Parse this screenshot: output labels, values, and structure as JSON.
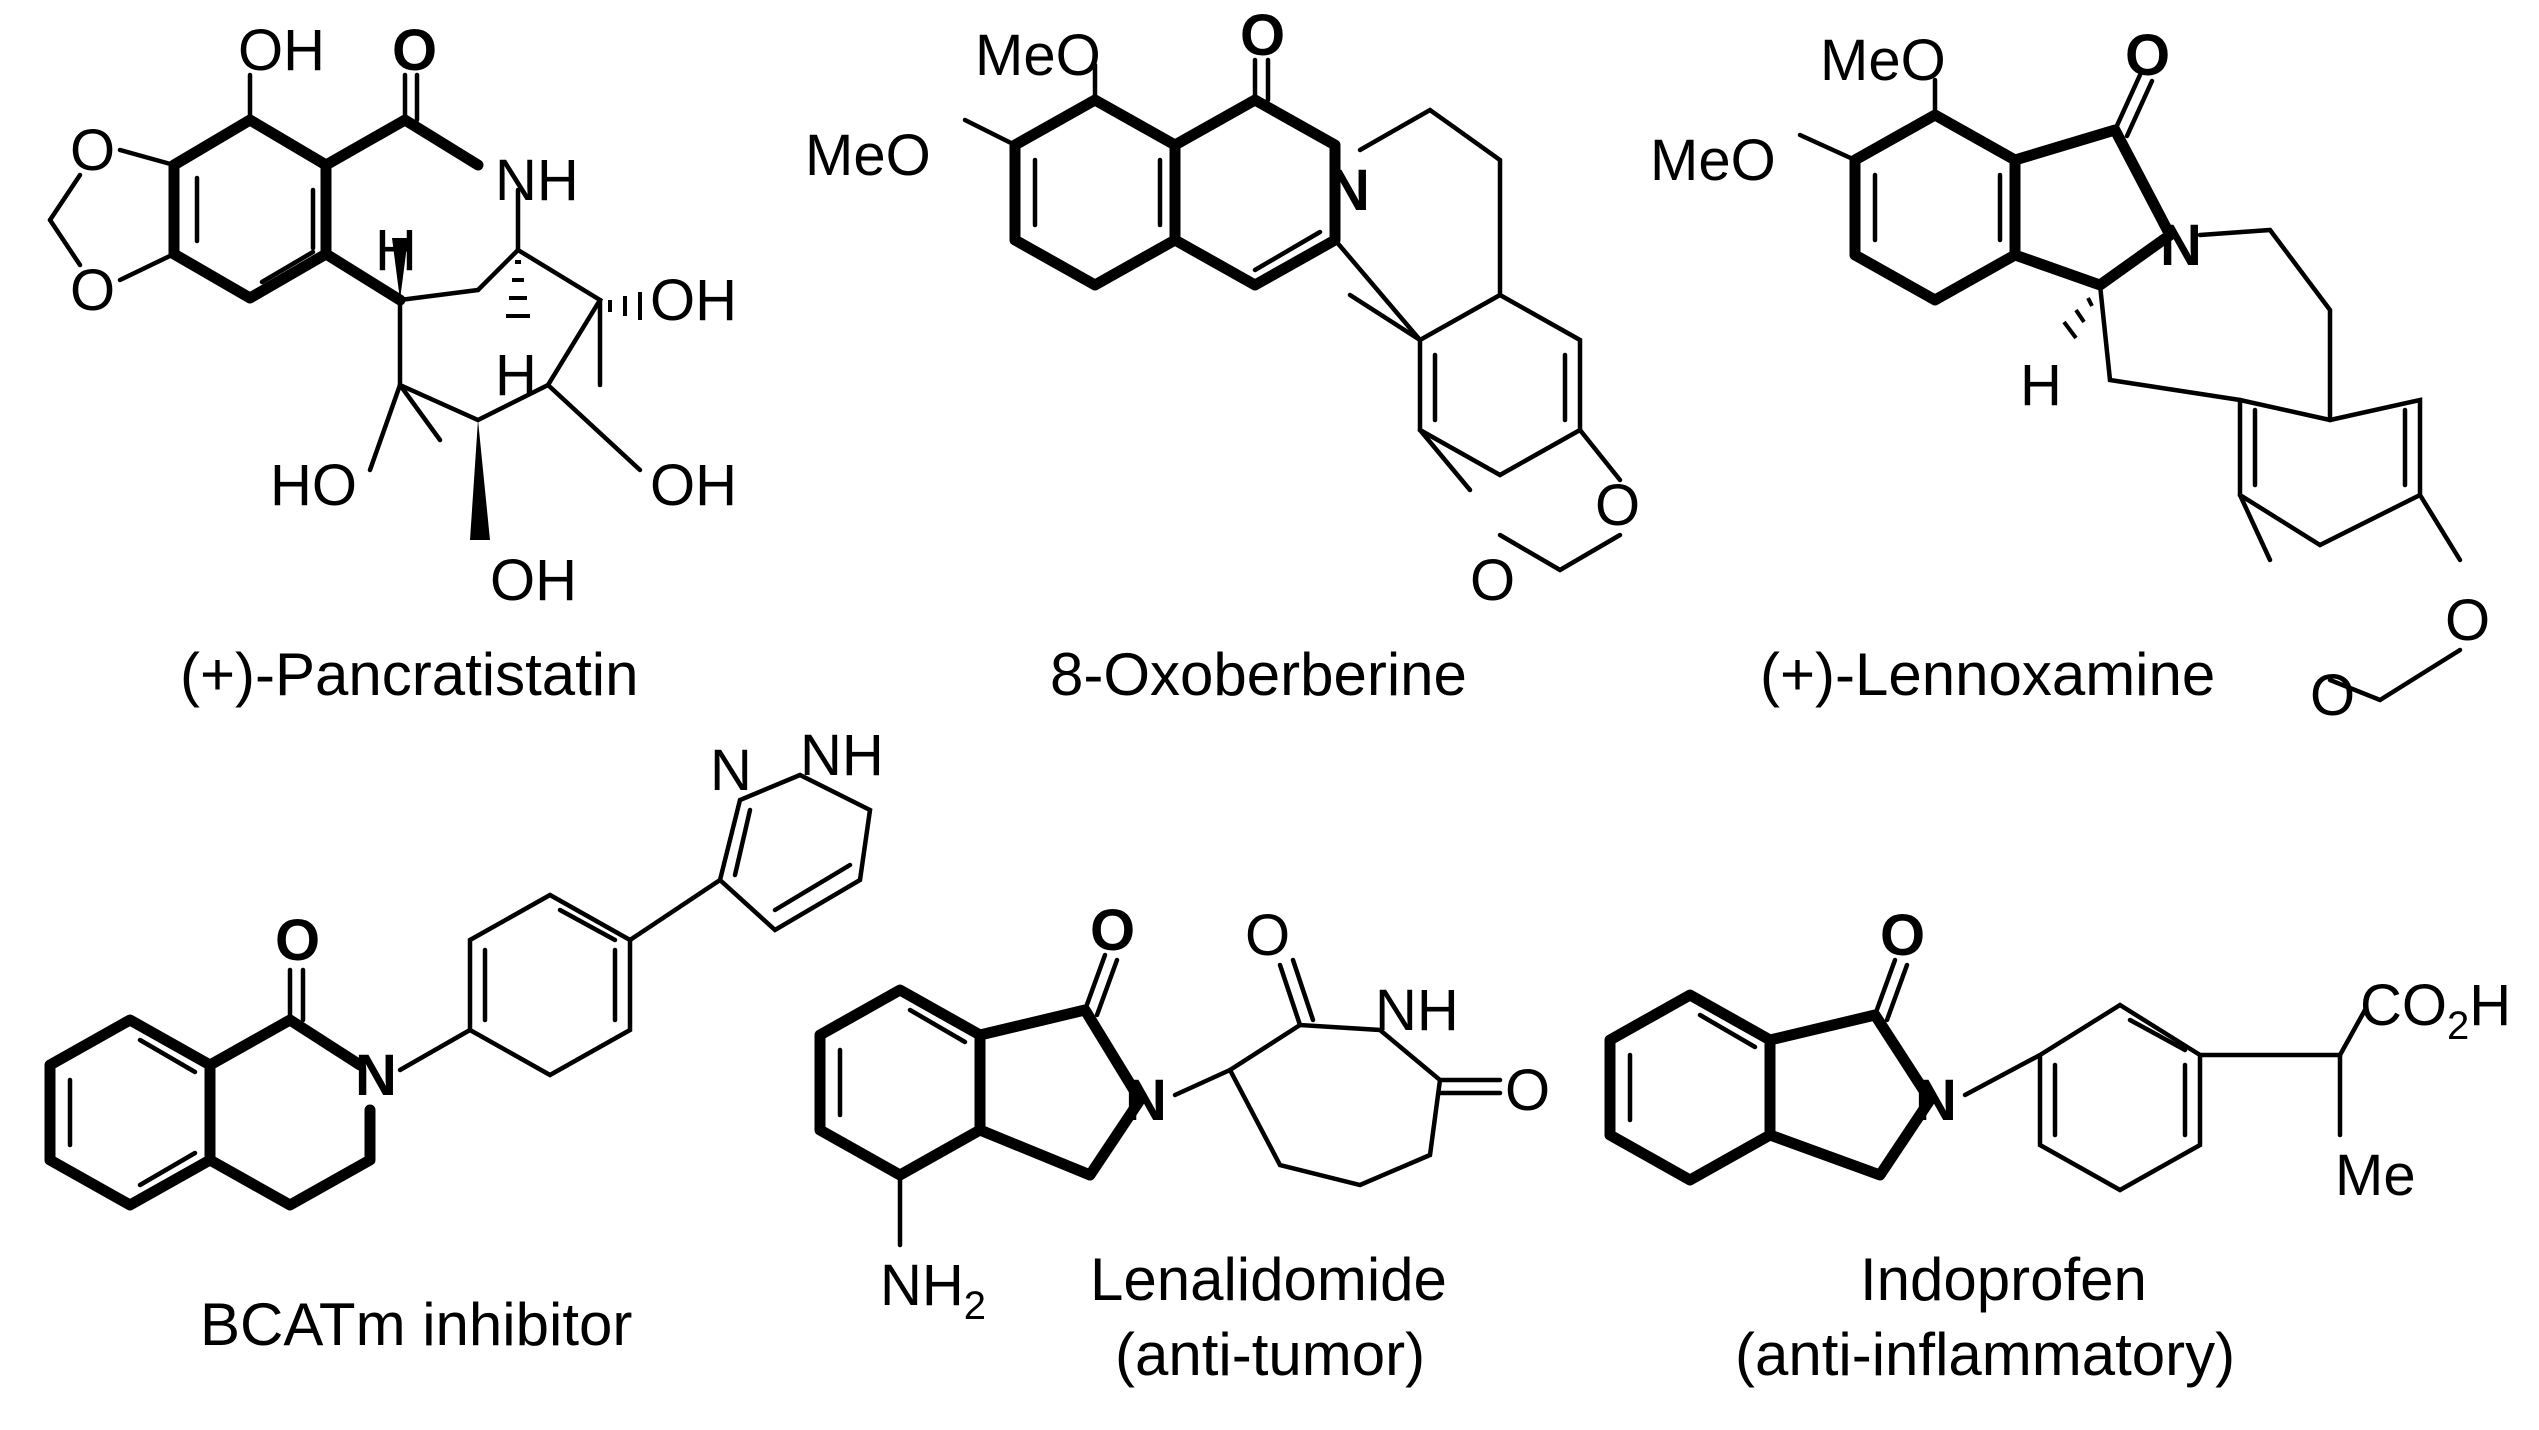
{
  "colors": {
    "ink": "#000000",
    "background": "#ffffff"
  },
  "compounds": [
    {
      "name": "(+)-Pancratistatin",
      "labels": {
        "oh_top": "OH",
        "o_carbonyl": "O",
        "nh": "NH",
        "h_top": "H",
        "h_bottom": "H",
        "oh_r1": "OH",
        "oh_r2": "OH",
        "oh_l": "HO",
        "oh_b": "OH",
        "o_diox1": "O",
        "o_diox2": "O"
      }
    },
    {
      "name": "8-Oxoberberine",
      "labels": {
        "meo1": "MeO",
        "meo2": "MeO",
        "o_carbonyl": "O",
        "n": "N",
        "o_diox1": "O",
        "o_diox2": "O"
      }
    },
    {
      "name": "(+)-Lennoxamine",
      "labels": {
        "meo1": "MeO",
        "meo2": "MeO",
        "o_carbonyl": "O",
        "n": "N",
        "h": "H",
        "o_diox1": "O",
        "o_diox2": "O"
      }
    },
    {
      "name": "BCATm inhibitor",
      "labels": {
        "o_carbonyl": "O",
        "n": "N",
        "pyr_n": "N",
        "pyr_nh": "NH"
      }
    },
    {
      "name": "Lenalidomide",
      "note": "(anti-tumor)",
      "labels": {
        "o_carbonyl": "O",
        "n": "N",
        "nh2": "NH",
        "nh2_sub": "2",
        "o_glut1": "O",
        "nh": "NH",
        "o_glut2": "O"
      }
    },
    {
      "name": "Indoprofen",
      "note": "(anti-inflammatory)",
      "labels": {
        "o_carbonyl": "O",
        "n": "N",
        "co2h_a": "CO",
        "co2h_sub": "2",
        "co2h_b": "H",
        "me": "Me"
      }
    }
  ]
}
